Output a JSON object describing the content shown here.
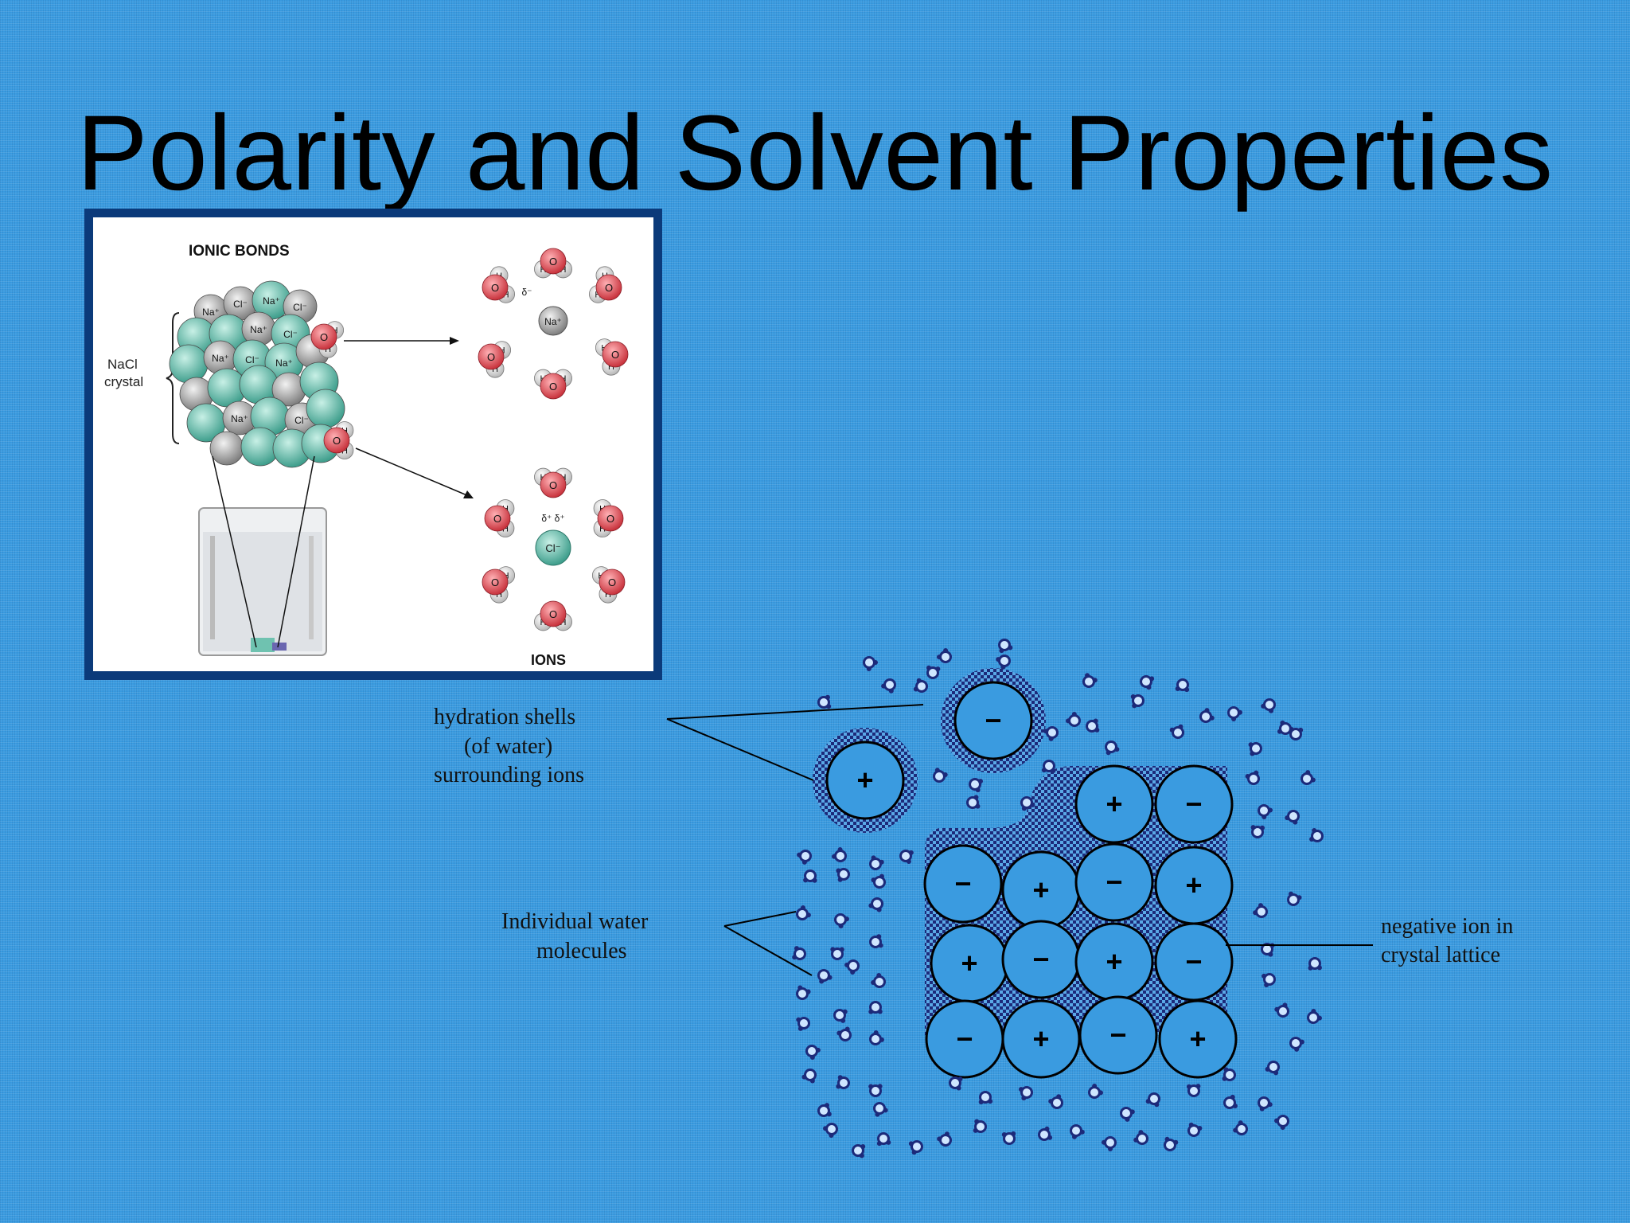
{
  "slide": {
    "title": "Polarity and Solvent Properties"
  },
  "panel": {
    "heading": "IONIC BONDS",
    "crystal_label_1": "NaCl",
    "crystal_label_2": "crystal",
    "ions_label": "IONS",
    "na_label": "Na⁺",
    "cl_label": "Cl⁻",
    "delta_minus": "δ⁻",
    "delta_plus_pair": "δ⁺  δ⁺",
    "atom_h": "H",
    "atom_o": "O",
    "lattice_labels": [
      "Na⁺",
      "Cl⁻",
      "Na⁺",
      "Cl⁻",
      "Na⁺",
      "Cl⁻",
      "Na⁺",
      "Cl⁻",
      "Na⁺",
      "Na⁺",
      "Cl⁻"
    ]
  },
  "diagram": {
    "label_hydration_1": "hydration shells",
    "label_hydration_2": "(of water)",
    "label_hydration_3": "surrounding ions",
    "label_water_1": "Individual water",
    "label_water_2": "molecules",
    "label_negative_1": "negative ion in",
    "label_negative_2": "crystal lattice",
    "plus": "+",
    "minus": "−"
  },
  "colors": {
    "background": "#3a9be0",
    "panel_border": "#0b3a7a",
    "oxygen": "#d9404a",
    "chloride": "#5fc2b0",
    "sodium": "#9a9a9a",
    "water_dot": "#1c2a7a"
  }
}
